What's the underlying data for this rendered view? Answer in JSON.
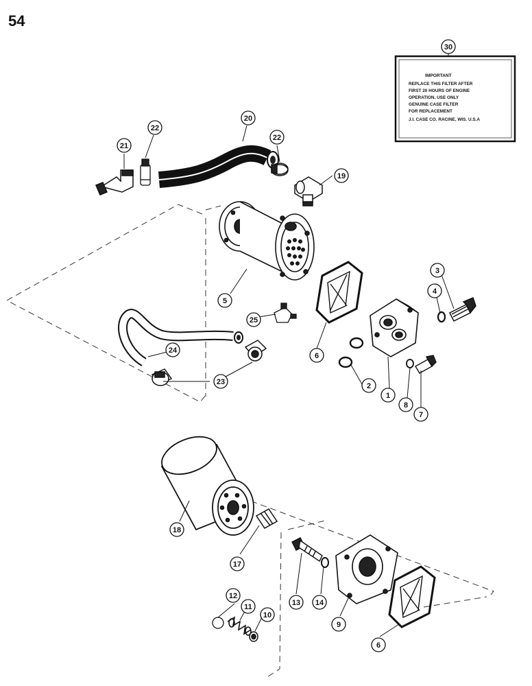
{
  "page_number": "54",
  "decal": {
    "callout": "30",
    "title": "IMPORTANT",
    "lines": [
      "REPLACE THIS FILTER AFTER",
      "FIRST 20 HOURS OF ENGINE",
      "OPERATION. USE ONLY",
      "GENUINE CASE FILTER",
      "FOR REPLACEMENT",
      "J.I. CASE CO. RACINE, WIS. U.S.A"
    ]
  },
  "callouts": {
    "c1": "1",
    "c2": "2",
    "c3": "3",
    "c4": "4",
    "c5": "5",
    "c6a": "6",
    "c6b": "6",
    "c7": "7",
    "c8": "8",
    "c9": "9",
    "c10": "10",
    "c11": "11",
    "c12": "12",
    "c13": "13",
    "c14": "14",
    "c17": "17",
    "c18": "18",
    "c19": "19",
    "c20": "20",
    "c21": "21",
    "c22a": "22",
    "c22b": "22",
    "c23": "23",
    "c24": "24",
    "c25": "25"
  }
}
